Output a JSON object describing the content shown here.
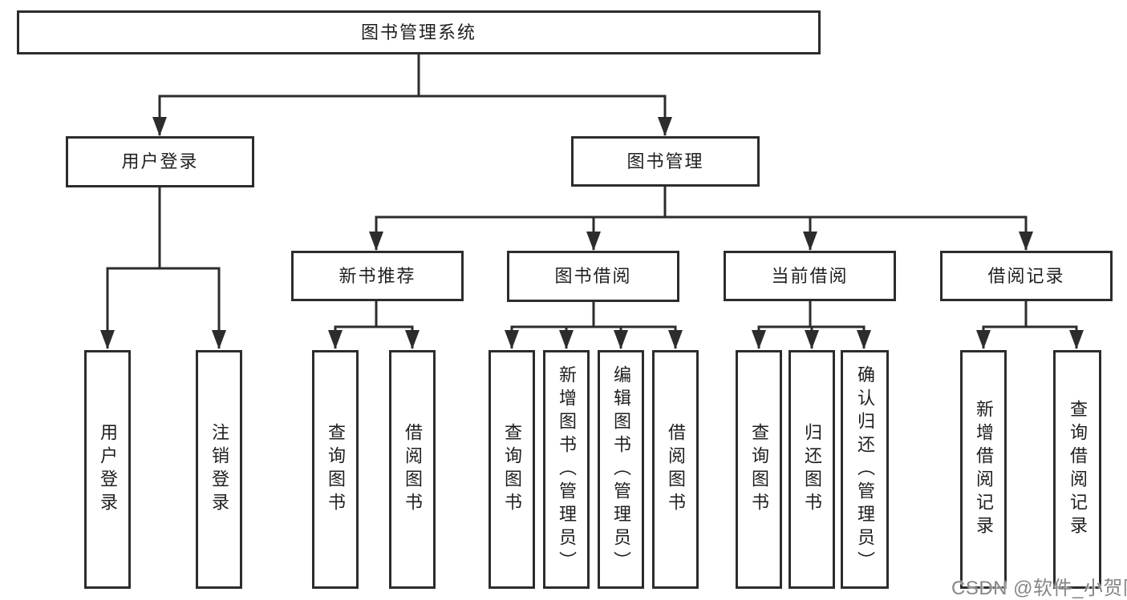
{
  "diagram": {
    "root": {
      "label": "图书管理系统"
    },
    "branches": [
      {
        "label": "用户登录",
        "leaves": [
          "用户登录",
          "注销登录"
        ]
      },
      {
        "label": "图书管理",
        "groups": [
          {
            "label": "新书推荐",
            "leaves": [
              "查询图书",
              "借阅图书"
            ]
          },
          {
            "label": "图书借阅",
            "leaves": [
              "查询图书",
              "新增图书（管理员）",
              "编辑图书（管理员）",
              "借阅图书"
            ]
          },
          {
            "label": "当前借阅",
            "leaves": [
              "查询图书",
              "归还图书",
              "确认归还（管理员）"
            ]
          },
          {
            "label": "借阅记录",
            "leaves": [
              "新增借阅记录",
              "查询借阅记录"
            ]
          }
        ]
      }
    ]
  },
  "watermark": {
    "text": "CSDN @软件_小贺同学",
    "color": "#868686"
  },
  "colors": {
    "line": "#2c2c2c",
    "box_border": "#2c2c2c",
    "box_background": "#ffffff",
    "text": "#1f1f1f",
    "page_background": "#ffffff"
  }
}
